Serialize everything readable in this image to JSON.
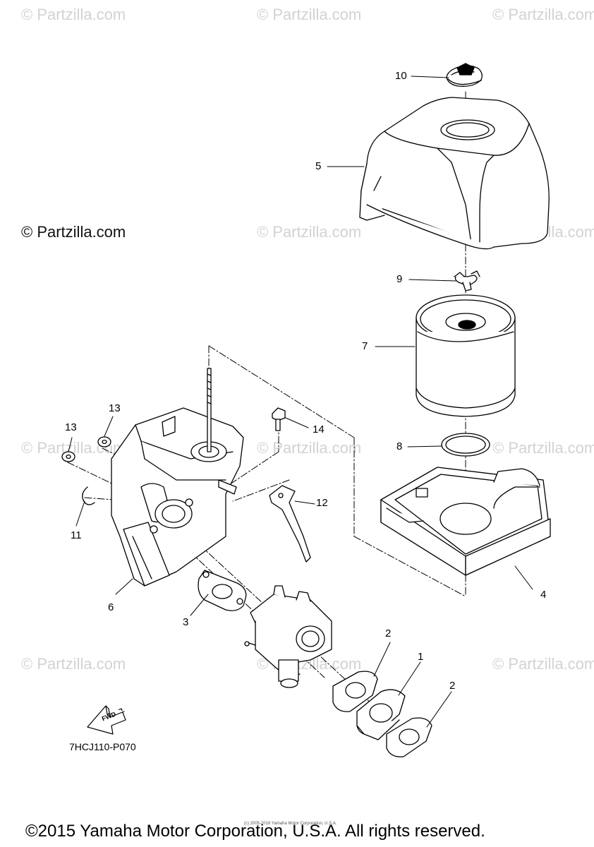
{
  "watermarks": {
    "text": "© Partzilla.com",
    "left_label": "© Partzilla.com"
  },
  "callouts": {
    "c1": "1",
    "c2a": "2",
    "c2b": "2",
    "c3": "3",
    "c4": "4",
    "c5": "5",
    "c6": "6",
    "c7": "7",
    "c8": "8",
    "c9": "9",
    "c10": "10",
    "c11": "11",
    "c12": "12",
    "c13a": "13",
    "c13b": "13",
    "c14": "14"
  },
  "fwd_label": "FWD",
  "diagram_code": "7HCJ110-P070",
  "copyright": "©2015 Yamaha Motor Corporation, U.S.A. All rights reserved.",
  "small_print": "(c) 2005-2016 Yamaha Motor Corporation, U.S.A."
}
